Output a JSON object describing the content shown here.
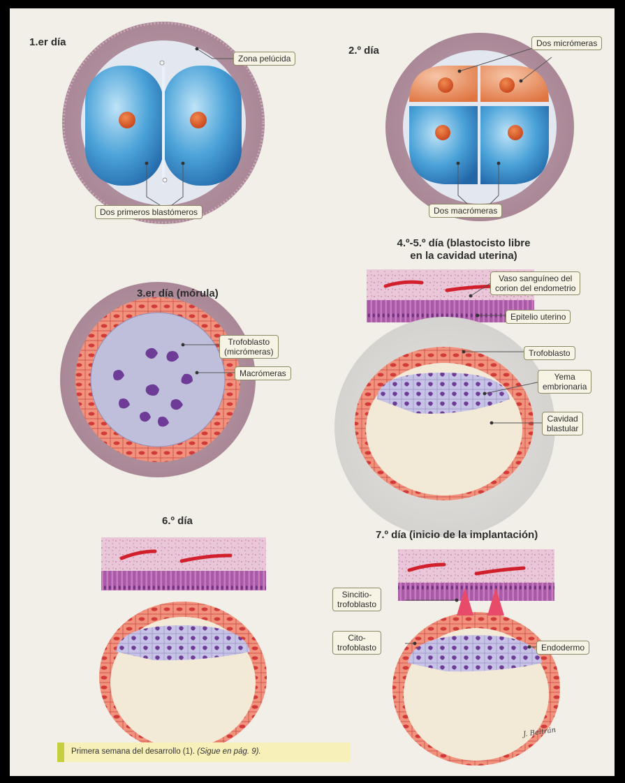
{
  "stages": {
    "day1": {
      "title": "1.er día",
      "labels": {
        "zona": "Zona pelúcida",
        "blastomeros": "Dos primeros blastómeros"
      }
    },
    "day2": {
      "title": "2.º día",
      "labels": {
        "micromeras": "Dos micrómeras",
        "macromeras": "Dos macrómeras"
      }
    },
    "day3": {
      "title": "3.er día (mórula)",
      "labels": {
        "trofoblasto_1": "Trofoblasto",
        "trofoblasto_2": "(micrómeras)",
        "macromeras": "Macrómeras"
      }
    },
    "day45": {
      "title_1": "4.º-5.º día (blastocisto libre",
      "title_2": "en la cavidad uterina)",
      "labels": {
        "vaso_1": "Vaso sanguíneo del",
        "vaso_2": "corion del endometrio",
        "epitelio": "Epitelio uterino",
        "trofoblasto": "Trofoblasto",
        "yema_1": "Yema",
        "yema_2": "embrionaria",
        "cavidad_1": "Cavidad",
        "cavidad_2": "blastular"
      }
    },
    "day6": {
      "title": "6.º día"
    },
    "day7": {
      "title": "7.º día (inicio de la implantación)",
      "labels": {
        "sincitio_1": "Sincitio-",
        "sincitio_2": "trofoblasto",
        "cito_1": "Cito-",
        "cito_2": "trofoblasto",
        "endodermo": "Endodermo"
      }
    }
  },
  "caption": {
    "text": "Primera semana del desarrollo (1). ",
    "note": "(Sigue en pág. 9)."
  },
  "signature": "J. Beltrán"
}
